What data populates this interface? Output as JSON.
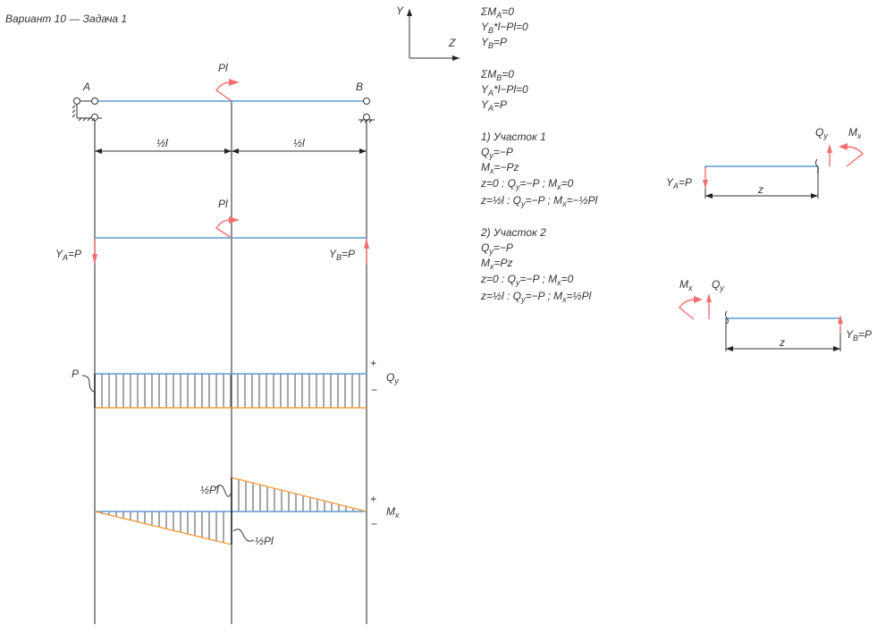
{
  "title": "Вариант 10 — Задача 1",
  "axes": {
    "y": "Y",
    "z": "Z"
  },
  "beam": {
    "support_a": "A",
    "support_b": "B",
    "moment": "Pl",
    "half_span_left": "½l",
    "half_span_right": "½l",
    "moment_fbd": "Pl",
    "reaction_a": "Y_{A}=P",
    "reaction_b": "Y_{B}=P"
  },
  "qy_diagram": {
    "label": "Q_{y}",
    "plus": "+",
    "minus": "−",
    "value": "P"
  },
  "mx_diagram": {
    "label": "M_{x}",
    "plus": "+",
    "minus": "−",
    "value_top": "½Pl",
    "value_bottom": "½Pl"
  },
  "equations": {
    "equilibrium_a": [
      "ΣM_{A}=0",
      "Y_{B}*l−Pl=0",
      "Y_{B}=P"
    ],
    "equilibrium_b": [
      "ΣM_{B}=0",
      "Y_{A}*l−Pl=0",
      "Y_{A}=P"
    ],
    "section1": [
      "1)  Участок 1",
      "Q_{y}=−P",
      "M_{x}=−Pz",
      "z=0  :  Q_{y}=−P  ;  M_{x}=0",
      "z=½l  :  Q_{y}=−P  ;  M_{x}=−½Pl"
    ],
    "section2": [
      "2)  Участок 2",
      "Q_{y}=−P",
      "M_{x}=Pz",
      "z=0  :  Q_{y}=−P  ;  M_{x}=0",
      "z=½l  :  Q_{y}=−P  ;  M_{x}=½Pl"
    ]
  },
  "fbd1": {
    "qy": "Q_{y}",
    "mx": "M_{x}",
    "reaction": "Y_{A}=P",
    "dim": "z"
  },
  "fbd2": {
    "qy": "Q_{y}",
    "mx": "M_{x}",
    "reaction": "Y_{B}=P",
    "dim": "z"
  },
  "colors": {
    "beam": "#5b9bd5",
    "diagram": "#f39c3c",
    "force": "#f07070"
  }
}
